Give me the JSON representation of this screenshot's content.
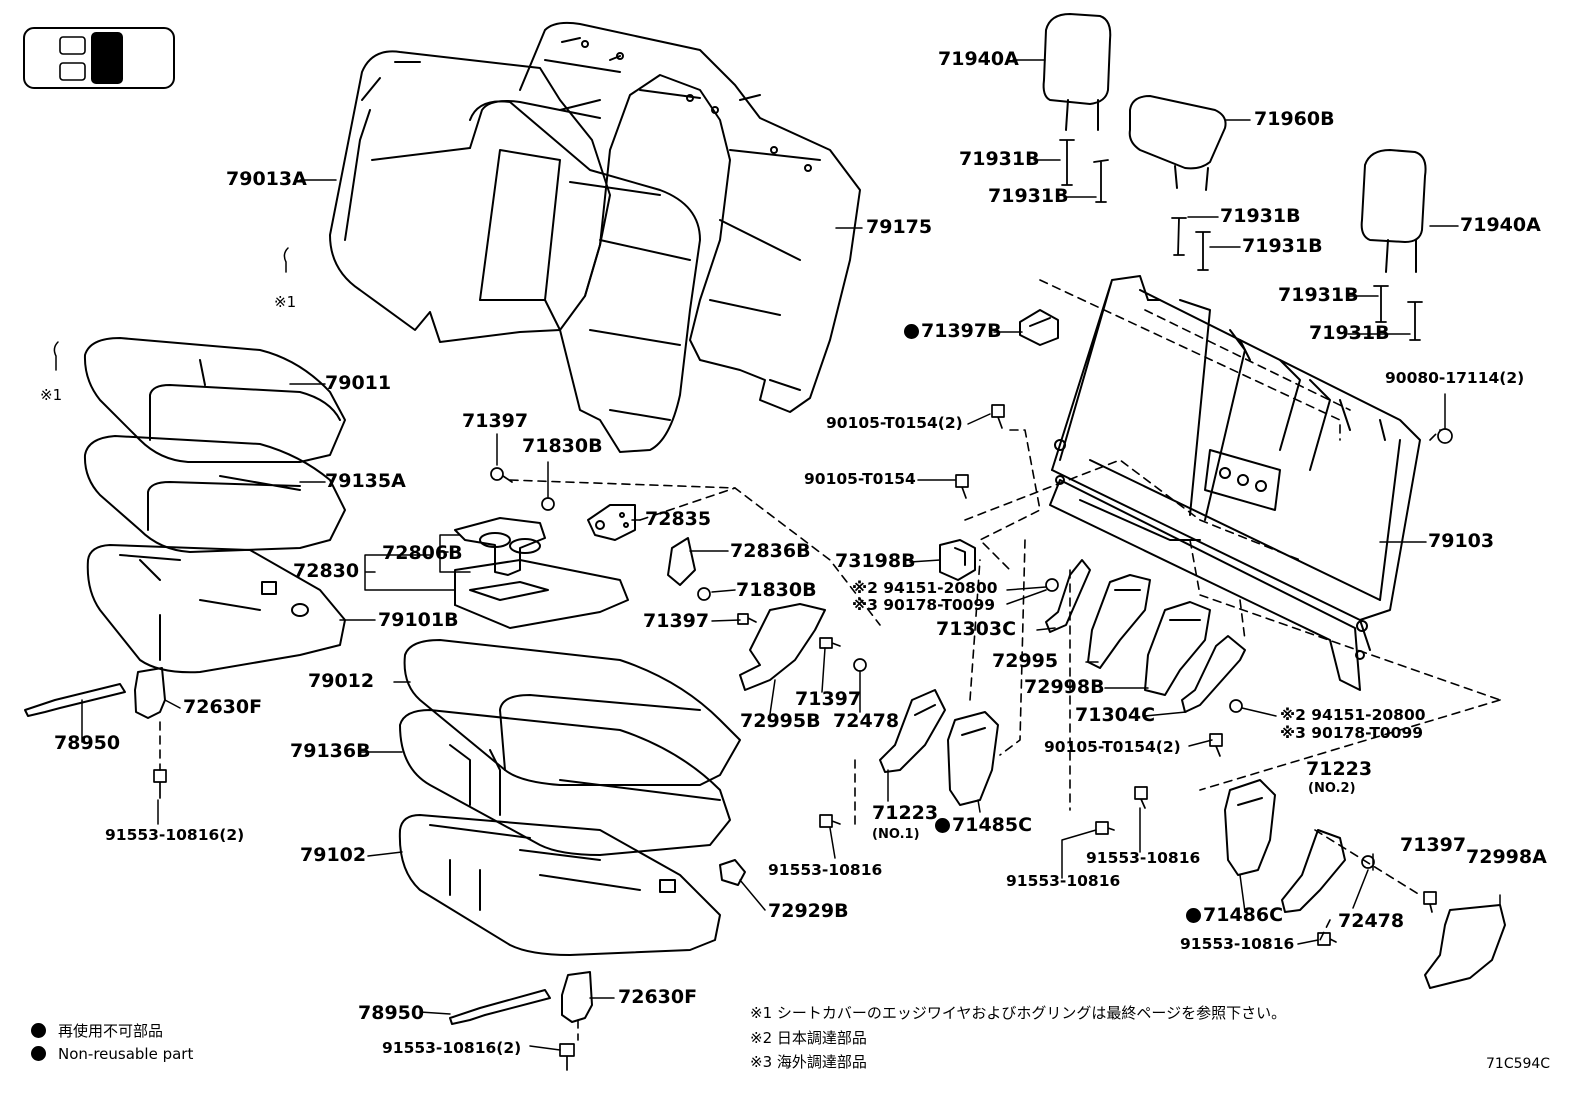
{
  "view_icon": "vehicle-seat-position-icon",
  "colors": {
    "line": "#000000",
    "background": "#ffffff"
  },
  "labels": {
    "p71940A_top": "71940A",
    "p71960B": "71960B",
    "p71940A_right": "71940A",
    "p71931B_1": "71931B",
    "p71931B_2": "71931B",
    "p71931B_3": "71931B",
    "p71931B_4": "71931B",
    "p71931B_5": "71931B",
    "p71931B_6": "71931B",
    "p79013A": "79013A",
    "p79175": "79175",
    "p71397B": "71397B",
    "p90080": "90080-17114(2)",
    "p90105_a": "90105-T0154(2)",
    "p90105_b": "90105-T0154",
    "p79011": "79011",
    "p79135A": "79135A",
    "p71397_a": "71397",
    "p71830B_a": "71830B",
    "p72835": "72835",
    "p72806B": "72806B",
    "p72830": "72830",
    "p72836B": "72836B",
    "p71830B_b": "71830B",
    "p71397_b": "71397",
    "p79101B": "79101B",
    "p73198B": "73198B",
    "p79103": "79103",
    "p94151_a": "※2 94151-20800",
    "p90178_a": "※3 90178-T0099",
    "p71303C": "71303C",
    "p72995": "72995",
    "p72998B": "72998B",
    "p71304C": "71304C",
    "p94151_b": "※2 94151-20800",
    "p90178_b": "※3 90178-T0099",
    "p90105_c": "90105-T0154(2)",
    "p72630F_a": "72630F",
    "p78950_a": "78950",
    "p91553_a": "91553-10816(2)",
    "p79012": "79012",
    "p79136B": "79136B",
    "p79102": "79102",
    "p72995B": "72995B",
    "p71397_c": "71397",
    "p72478_a": "72478",
    "p71223_no1": "71223",
    "p71223_no1_sub": "(NO.1)",
    "p71485C": "71485C",
    "p91553_b": "91553-10816",
    "p72929B": "72929B",
    "p91553_c": "91553-10816",
    "p91553_d": "91553-10816",
    "p71223_no2": "71223",
    "p71223_no2_sub": "(NO.2)",
    "p71397_d": "71397",
    "p72998A": "72998A",
    "p72478_b": "72478",
    "p71486C": "71486C",
    "p91553_e": "91553-10816",
    "p78950_b": "78950",
    "p72630F_b": "72630F",
    "p91553_f": "91553-10816(2)",
    "cmark_1": "※1",
    "cmark_2": "※1"
  },
  "notes": {
    "n1": "※1 シートカバーのエッジワイヤおよびホグリングは最終ページを参照下さい。",
    "n2": "※2 日本調達部品",
    "n3": "※3 海外調達部品"
  },
  "legend": {
    "ja": "再使用不可部品",
    "en": "Non-reusable part"
  },
  "figure_id": "71C594C"
}
